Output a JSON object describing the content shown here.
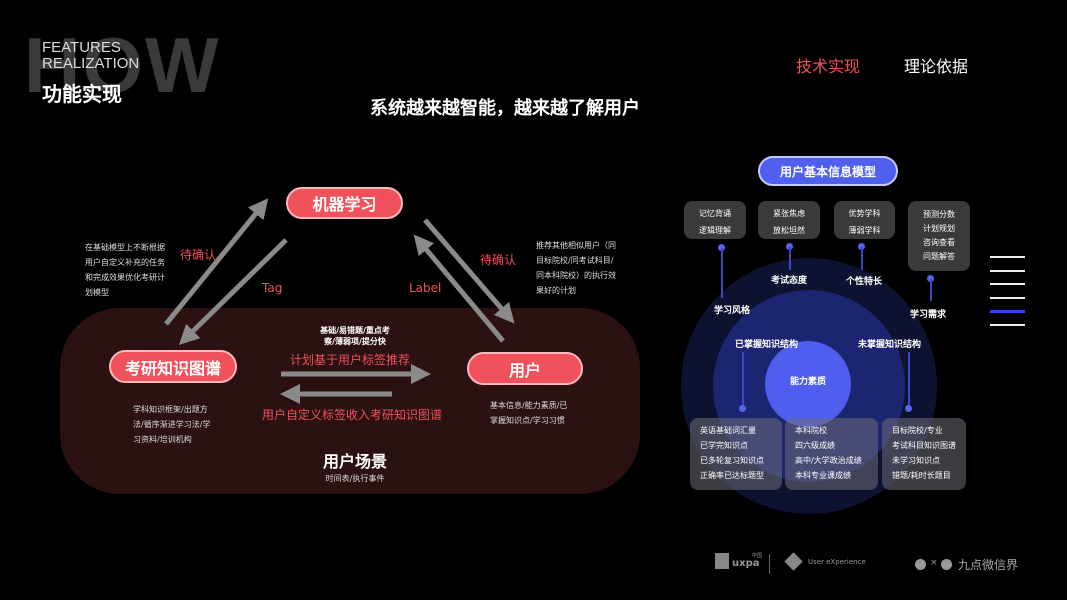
{
  "header": {
    "bg_word": "HOW",
    "en_line1": "FEATURES",
    "en_line2": "REALIZATION",
    "cn_title": "功能实现"
  },
  "nav": {
    "tabs": [
      {
        "label": "技术实现",
        "active": true
      },
      {
        "label": "理论依据",
        "active": false
      }
    ]
  },
  "headline": "系统越来越智能，越来越了解用户",
  "left_diagram": {
    "ml": "机器学习",
    "kg": "考研知识图谱",
    "user": "用户",
    "left_note": [
      "在基础模型上不断根据",
      "用户自定义补充的任务",
      "和完成效果优化考研计",
      "划模型"
    ],
    "right_note": [
      "推荐其他相似用户（同",
      "目标院校/同考试科目/",
      "同本科院校）的执行效",
      "果好的计划"
    ],
    "pending_left": "待确认",
    "pending_right": "待确认",
    "tag": "Tag",
    "label": "Label",
    "tags_note": [
      "基础/易错题/重点考",
      "察/薄弱项/提分快"
    ],
    "plan_rec": "计划基于用户标签推荐",
    "custom_tag": "用户自定义标签收入考研知识图谱",
    "kg_note": [
      "学科知识框架/出题方",
      "法/循序渐进学习法/学",
      "习资料/培训机构"
    ],
    "user_note": [
      "基本信息/能力素质/已",
      "掌握知识点/学习习惯"
    ],
    "scene_title": "用户场景",
    "scene_sub": "时间表/执行事件"
  },
  "right_diagram": {
    "title": "用户基本信息模型",
    "top_boxes": [
      [
        "记忆背诵",
        "逻辑理解"
      ],
      [
        "紧张焦虑",
        "放松坦然"
      ],
      [
        "优势学科",
        "薄弱学科"
      ],
      [
        "预测分数",
        "计划规划",
        "咨询查看",
        "问题解答"
      ]
    ],
    "top_labels": [
      "学习风格",
      "考试态度",
      "个性特长",
      "学习需求"
    ],
    "mid_labels": [
      "已掌握知识结构",
      "未掌握知识结构"
    ],
    "core": "能力素质",
    "bottom_boxes": [
      [
        "英语基础词汇量",
        "已学完知识点",
        "已多轮复习知识点",
        "正确率已达标题型"
      ],
      [
        "本科院校",
        "四六级成绩",
        "高中/大学政治成绩",
        "本科专业课成绩"
      ],
      [
        "目标院校/专业",
        "考试科目知识图谱",
        "未学习知识点",
        "错题/耗时长题目"
      ]
    ]
  },
  "footer": {
    "logo1": "uxpa",
    "logo1_cn": "中国",
    "logo2": "User eXperience",
    "logo3": "九点微信界"
  },
  "colors": {
    "accent_red": "#f0515a",
    "accent_blue": "#5060ee"
  }
}
